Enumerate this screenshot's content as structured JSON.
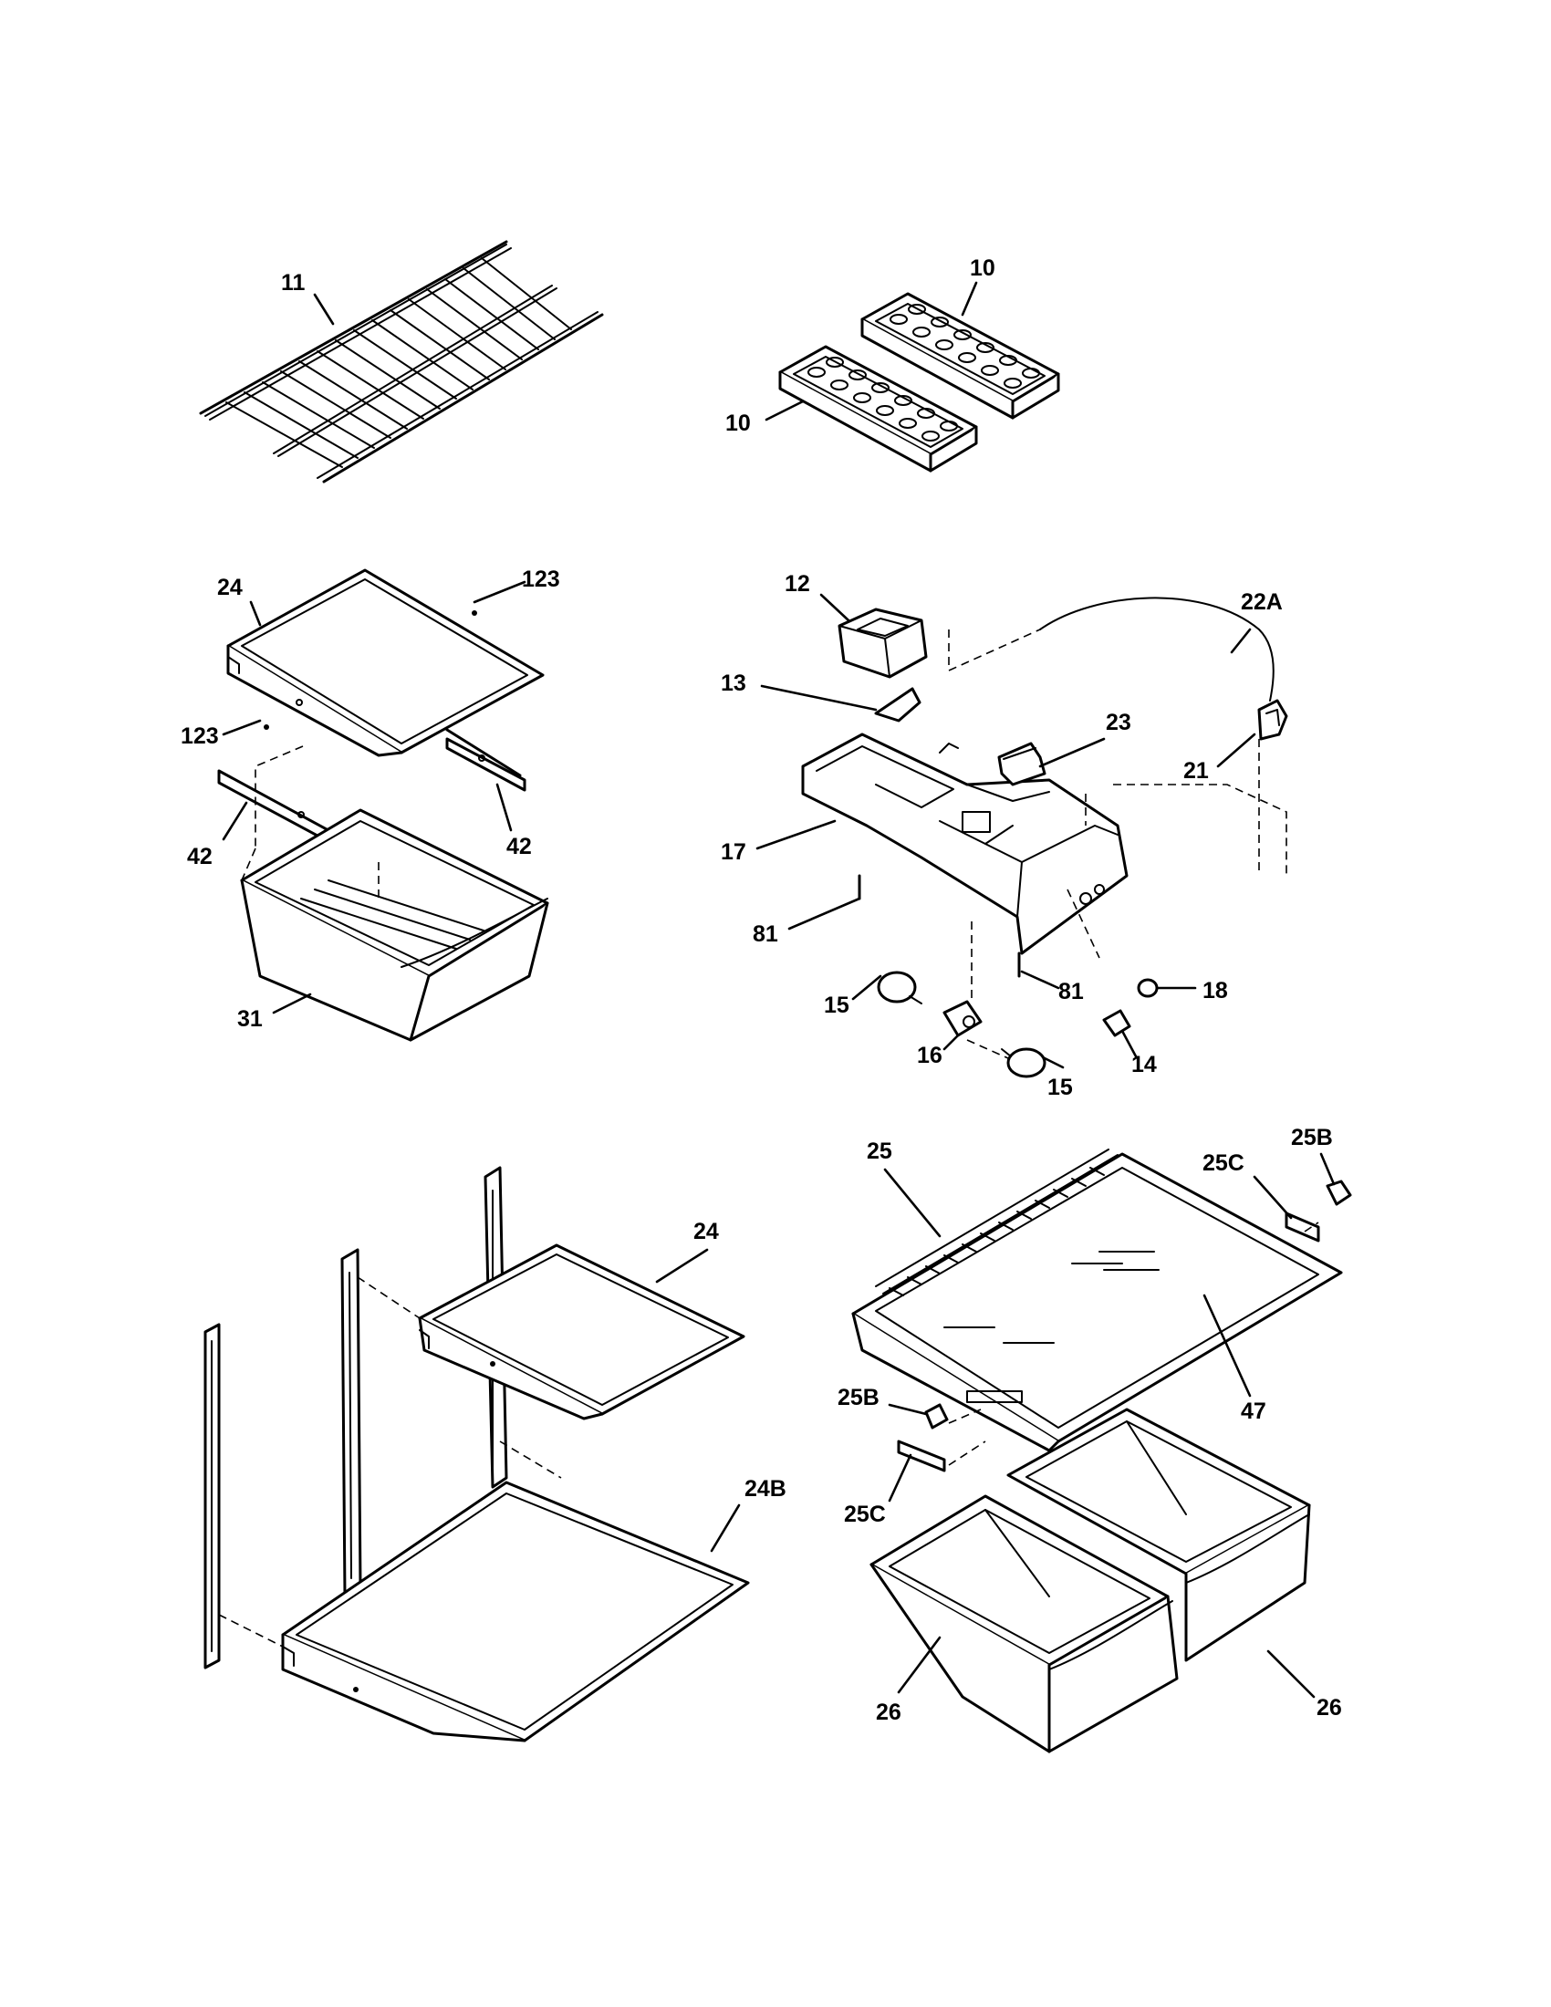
{
  "diagram": {
    "labels": {
      "p11": "11",
      "p10a": "10",
      "p10b": "10",
      "p24a": "24",
      "p123a": "123",
      "p123b": "123",
      "p42a": "42",
      "p42b": "42",
      "p31": "31",
      "p12": "12",
      "p22A": "22A",
      "p13": "13",
      "p23": "23",
      "p21": "21",
      "p17": "17",
      "p81a": "81",
      "p81b": "81",
      "p18": "18",
      "p15a": "15",
      "p15b": "15",
      "p16": "16",
      "p14": "14",
      "p25": "25",
      "p25C_top": "25C",
      "p25B_top": "25B",
      "p24b": "24",
      "p47": "47",
      "p25B_mid": "25B",
      "p25C_mid": "25C",
      "p24B": "24B",
      "p26a": "26",
      "p26b": "26"
    }
  }
}
